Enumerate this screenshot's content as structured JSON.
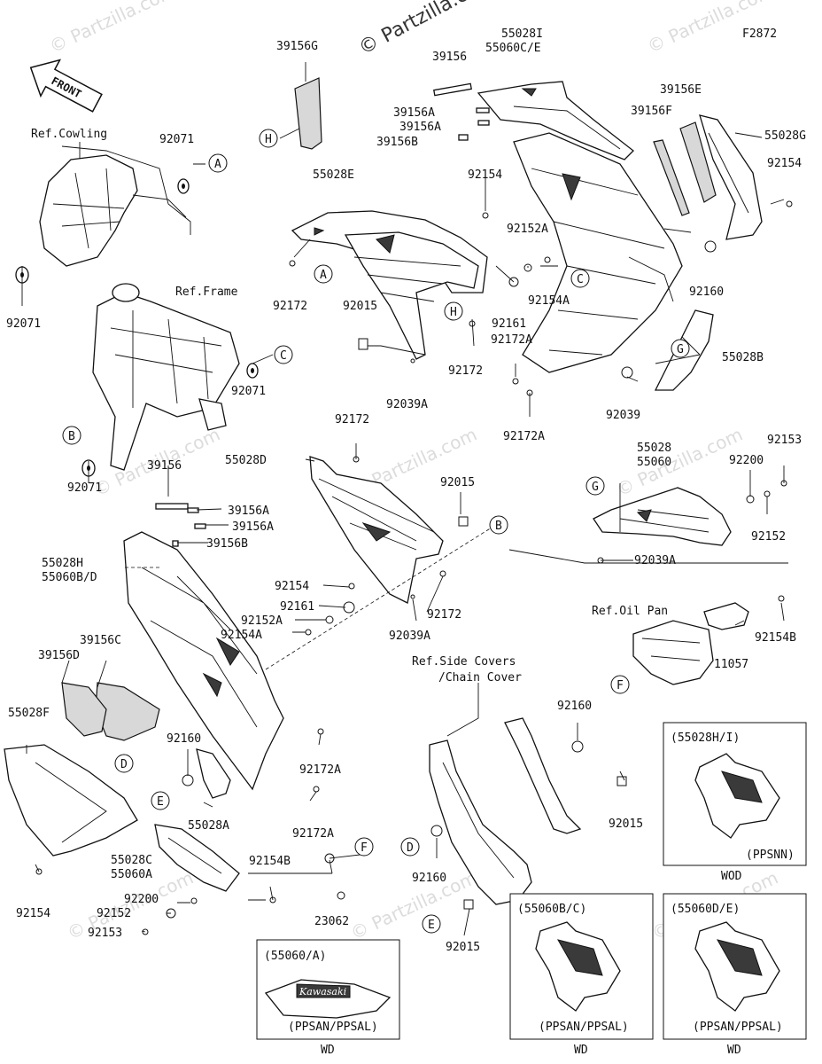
{
  "diagram_code": "F2872",
  "copyright": "© Partzilla.com",
  "watermark": "© Partzilla.com",
  "front_label": "FRONT",
  "references": {
    "cowling": "Ref.Cowling",
    "frame": "Ref.Frame",
    "oil_pan": "Ref.Oil Pan",
    "side_covers_line1": "Ref.Side Covers",
    "side_covers_line2": "/Chain Cover"
  },
  "callouts": [
    "A",
    "B",
    "C",
    "D",
    "E",
    "F",
    "G",
    "H"
  ],
  "parts": {
    "p39156G": "39156G",
    "p39156_top": "39156",
    "p55028I": "55028I",
    "p55060CE": "55060C/E",
    "p39156A_1": "39156A",
    "p39156A_2": "39156A",
    "p39156B_top": "39156B",
    "p39156E": "39156E",
    "p39156F": "39156F",
    "p55028G": "55028G",
    "p92154_r": "92154",
    "p92071_a": "92071",
    "p92071_b": "92071",
    "p92071_c": "92071",
    "p92071_d": "92071",
    "p55028E": "55028E",
    "p92154_m": "92154",
    "p92152A_m": "92152A",
    "p92154A_m": "92154A",
    "p92160_r": "92160",
    "p92172_l": "92172",
    "p92015_m": "92015",
    "p92161_m": "92161",
    "p92172A_m1": "92172A",
    "p92172_m": "92172",
    "p92039A_m": "92039A",
    "p92039": "92039",
    "p92172A_m2": "92172A",
    "p55028B": "55028B",
    "p92172_c": "92172",
    "p55028D": "55028D",
    "p92015_c": "92015",
    "p39156_l": "39156",
    "p39156A_l1": "39156A",
    "p39156A_l2": "39156A",
    "p39156B_l": "39156B",
    "p55028H": "55028H",
    "p55060BD": "55060B/D",
    "p92154_c": "92154",
    "p92161_c": "92161",
    "p92152A_c": "92152A",
    "p92154A_c": "92154A",
    "p92172_c2": "92172",
    "p92039A_c": "92039A",
    "p55028": "55028",
    "p55060": "55060",
    "p92153_r": "92153",
    "p92200_r": "92200",
    "p92152_r": "92152",
    "p92039A_r": "92039A",
    "p92154B_r": "92154B",
    "p11057": "11057",
    "p39156C": "39156C",
    "p39156D": "39156D",
    "p55028F": "55028F",
    "p92160_c": "92160",
    "p92172A_c1": "92172A",
    "p55028A": "55028A",
    "p92172A_c2": "92172A",
    "p55028C": "55028C",
    "p55060A": "55060A",
    "p92154B_c": "92154B",
    "p92200_l": "92200",
    "p92152_l": "92152",
    "p92153_l": "92153",
    "p92154_l": "92154",
    "p23062": "23062",
    "p92160_sc1": "92160",
    "p92015_sc1": "92015",
    "p92160_sc2": "92160",
    "p92015_sc2": "92015"
  },
  "insets": [
    {
      "title": "(55028H/I)",
      "variant": "(PPSNN)",
      "footer": "WOD"
    },
    {
      "title": "(55060/A)",
      "variant": "(PPSAN/PPSAL)",
      "footer": "WD",
      "brand": "Kawasaki"
    },
    {
      "title": "(55060B/C)",
      "variant": "(PPSAN/PPSAL)",
      "footer": "WD"
    },
    {
      "title": "(55060D/E)",
      "variant": "(PPSAN/PPSAL)",
      "footer": "WD"
    }
  ]
}
